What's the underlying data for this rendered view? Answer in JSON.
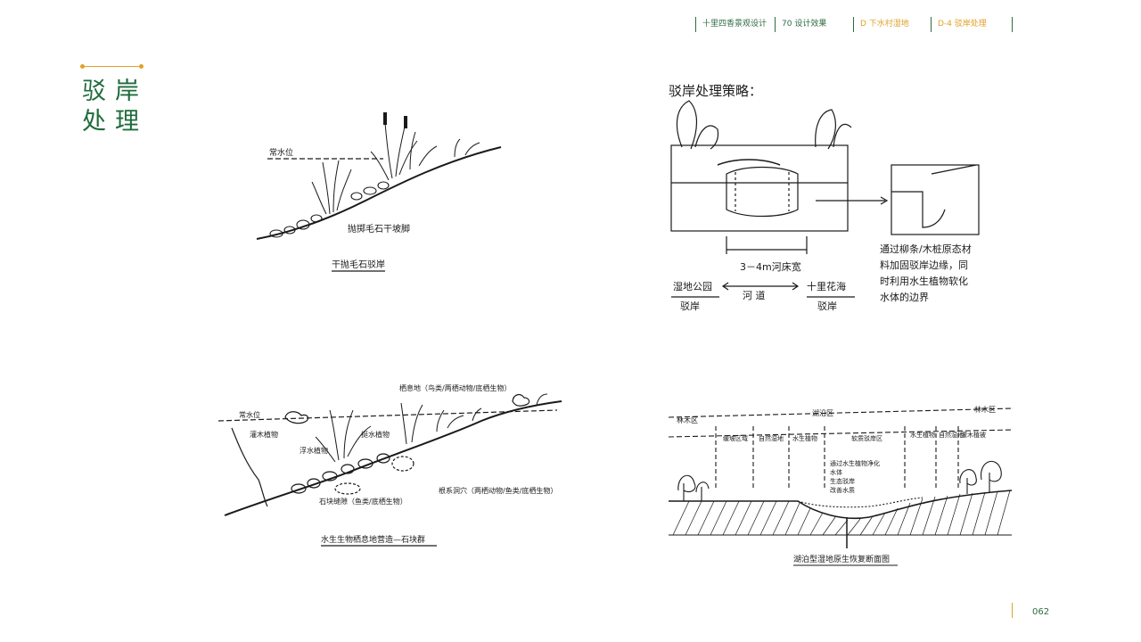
{
  "breadcrumb": {
    "items": [
      {
        "label": "十里四香景观设计",
        "active": false
      },
      {
        "label": "70 设计效果",
        "active": false
      },
      {
        "label": "D 下水村湿地",
        "active": false
      },
      {
        "label": "D-4 驳岸处理",
        "active": true
      }
    ]
  },
  "section_title": {
    "line1": "驳岸",
    "line2": "处理"
  },
  "colors": {
    "brand_green": "#1f6b3c",
    "accent_gold": "#e0a22a"
  },
  "sketches": {
    "rubble_bank": {
      "water_level_label": "常水位",
      "toe_label": "抛掷毛石干坡脚",
      "caption": "干抛毛石驳岸"
    },
    "strategy": {
      "heading": "驳岸处理策略：",
      "width_label": "3－4m河床宽",
      "left_label": "湿地公园",
      "left_sub": "驳岸",
      "middle_label": "河  道",
      "right_label": "十里花海",
      "right_sub": "驳岸",
      "note_lines": [
        "通过柳条/木桩原态材",
        "料加固驳岸边缘，同",
        "时利用水生植物软化",
        "水体的边界"
      ]
    },
    "habitat_bank": {
      "habitat_note": "栖息地（鸟类/两栖动物/底栖生物）",
      "water_level_label": "常水位",
      "shrub_label": "灌木植物",
      "emergent_label": "挺水植物",
      "floating_label": "浮水植物",
      "gaps_label": "石块缝隙（鱼类/底栖生物）",
      "cave_label": "根系洞穴（两栖动物/鱼类/底栖生物）",
      "caption": "水生生物栖息地营造—石块群"
    },
    "wetland_section": {
      "zones": [
        "林木区",
        "湖沿区",
        "林木区"
      ],
      "subzones": [
        "缓坡区域",
        "自然湿地",
        "水生植物",
        "软质驳岸区",
        "水生植物",
        "自然湿地",
        "灌木植被"
      ],
      "note_lines": [
        "通过水生植物净化",
        "水体",
        "生态驳岸",
        "改善水质"
      ],
      "caption": "湖泊型湿地原生恢复断面图"
    }
  },
  "footer": {
    "page_number": "062"
  }
}
